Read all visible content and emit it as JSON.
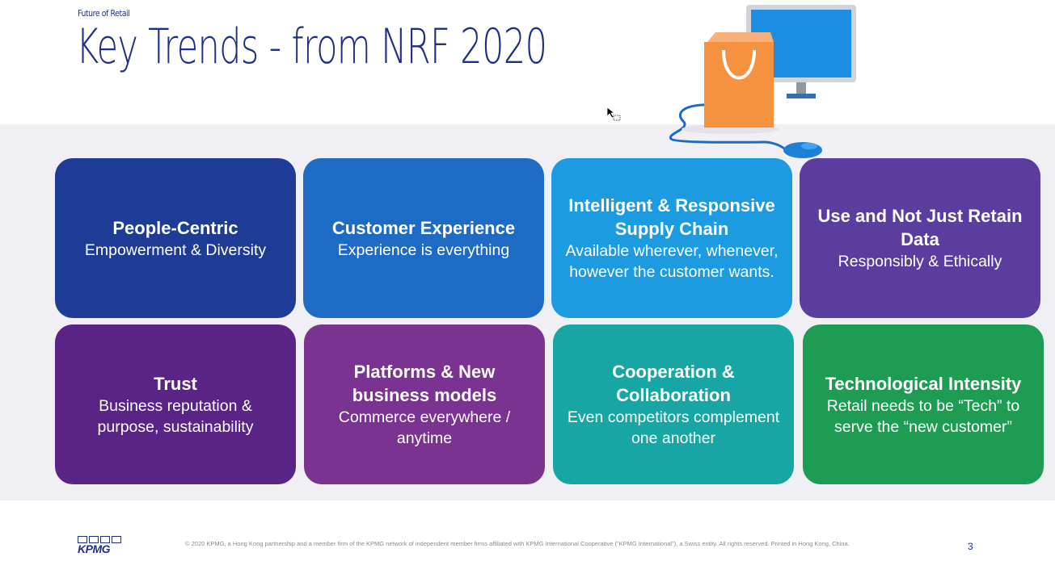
{
  "header": {
    "kicker": "Future of Retail",
    "title": "Key Trends - from NRF 2020"
  },
  "tiles": [
    {
      "heading": "People-Centric",
      "sub": "Empowerment & Diversity",
      "color": "#1e3c96"
    },
    {
      "heading": "Customer Experience",
      "sub": "Experience is everything",
      "color": "#1d6bc4"
    },
    {
      "heading": "Intelligent & Responsive Supply Chain",
      "sub": "Available wherever, whenever, however the customer wants.",
      "color": "#1c9be0"
    },
    {
      "heading": "Use and Not Just Retain Data",
      "sub": "Responsibly & Ethically",
      "color": "#5a3d9e"
    },
    {
      "heading": "Trust",
      "sub": "Business reputation & purpose, sustainability",
      "color": "#5a2486"
    },
    {
      "heading": "Platforms & New business models",
      "sub": "Commerce everywhere / anytime",
      "color": "#7b3391"
    },
    {
      "heading": "Cooperation & Collaboration",
      "sub": "Even competitors complement one another",
      "color": "#17a6a3"
    },
    {
      "heading": "Technological Intensity",
      "sub": "Retail needs to be “Tech” to serve the “new customer”",
      "color": "#1e9c53"
    }
  ],
  "footer": {
    "logo": "KPMG",
    "legal": "© 2020 KPMG, a Hong Kong partnership and a member firm of the KPMG network of independent member firms affiliated with KPMG International Cooperative (\"KPMG International\"), a Swiss entity. All rights reserved. Printed in Hong Kong, China.",
    "page_number": "3"
  },
  "icons": {
    "illustration": "computer-shopping-bag-illustration",
    "cursor": "mouse-pointer-icon"
  }
}
